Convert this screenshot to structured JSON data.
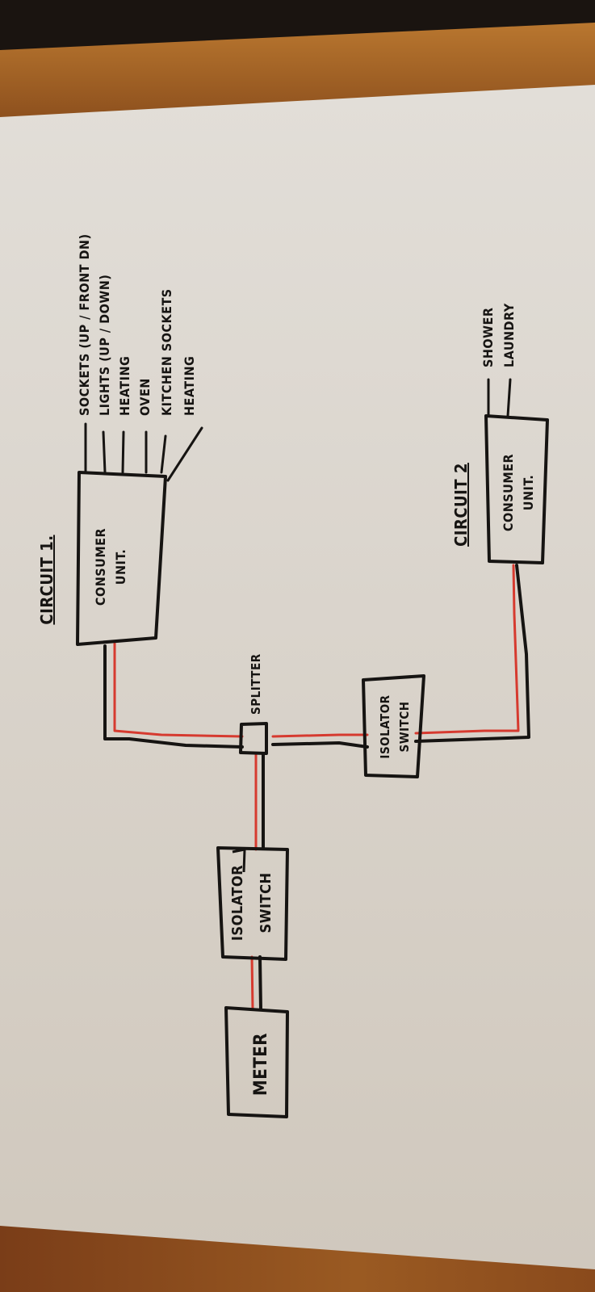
{
  "diagram": {
    "colors": {
      "paper": "#d9d3cb",
      "wood": "#9a5a22",
      "ink": "#161412",
      "live_wire": "#d63a2f"
    },
    "nodes": {
      "meter": {
        "label": "METER"
      },
      "main_isolator": {
        "label_line1": "ISOLATOR",
        "label_line2": "SWITCH"
      },
      "splitter": {
        "label": "SPLITTER"
      },
      "circuit2_isolator": {
        "label_line1": "ISOLATOR",
        "label_line2": "SWITCH"
      },
      "circuit1_unit": {
        "title": "CIRCUIT 1.",
        "label_line1": "CONSUMER",
        "label_line2": "UNIT."
      },
      "circuit2_unit": {
        "title": "CIRCUIT 2",
        "label_line1": "CONSUMER",
        "label_line2": "UNIT."
      }
    },
    "circuit1_outputs": [
      "SOCKETS (UP / FRONT DN)",
      "LIGHTS (UP / DOWN)",
      "HEATING",
      "OVEN",
      "KITCHEN SOCKETS",
      "HEATING"
    ],
    "circuit2_outputs": [
      "SHOWER",
      "LAUNDRY"
    ],
    "edges": [
      {
        "from": "meter",
        "to": "main_isolator"
      },
      {
        "from": "main_isolator",
        "to": "splitter"
      },
      {
        "from": "splitter",
        "to": "circuit1_unit"
      },
      {
        "from": "splitter",
        "to": "circuit2_isolator"
      },
      {
        "from": "circuit2_isolator",
        "to": "circuit2_unit"
      }
    ]
  }
}
